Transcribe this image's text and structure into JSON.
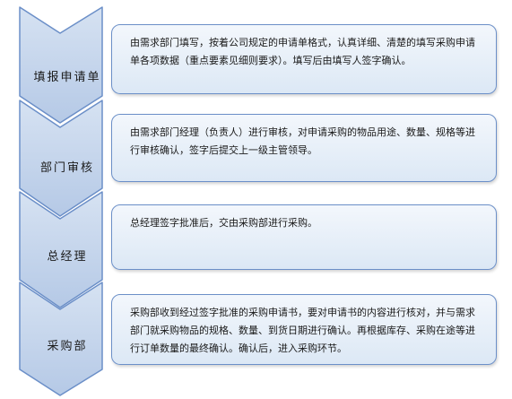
{
  "colors": {
    "chevron_fill_top": "#d6e2f2",
    "chevron_fill_bottom": "#b5c9e6",
    "chevron_stroke": "#6b8fc8",
    "box_stroke": "#6b8fc8"
  },
  "steps": [
    {
      "label": "填报申请单",
      "description": "由需求部门填写，按着公司规定的申请单格式，认真详细、清楚的填写采购申请单各项数据（重点要素见细则要求）。填写后由填写人签字确认。"
    },
    {
      "label": "部门审核",
      "description": "由需求部门经理（负责人）进行审核，对申请采购的物品用途、数量、规格等进行审核确认，签字后提交上一级主管领导。"
    },
    {
      "label": "总经理",
      "description": "总经理签字批准后，交由采购部进行采购。"
    },
    {
      "label": "采购部",
      "description": "采购部收到经过签字批准的采购申请书，要对申请书的内容进行核对，并与需求部门就采购物品的规格、数量、到货日期进行确认。再根据库存、采购在途等进行订单数量的最终确认。确认后，进入采购环节。"
    }
  ]
}
